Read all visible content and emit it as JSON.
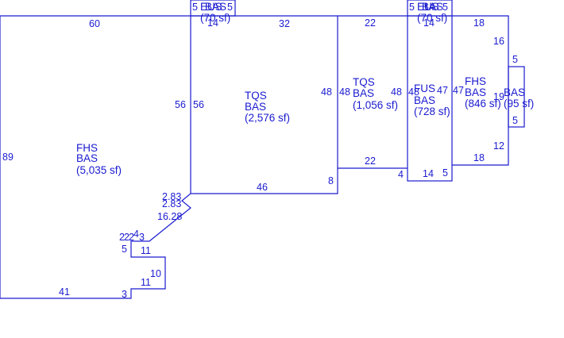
{
  "colors": {
    "line": "#1a1ad0",
    "background": "#ffffff"
  },
  "areas": [
    {
      "id": "fhs-main",
      "code": "FHS",
      "type": "BAS",
      "size": "(5,035 sf)"
    },
    {
      "id": "tqs-large",
      "code": "TQS",
      "type": "BAS",
      "size": "(2,576 sf)"
    },
    {
      "id": "tqs-small",
      "code": "TQS",
      "type": "BAS",
      "size": "(1,056 sf)"
    },
    {
      "id": "fus",
      "code": "FUS",
      "type": "BAS",
      "size": "(728 sf)"
    },
    {
      "id": "fhs-right",
      "code": "FHS",
      "type": "BAS",
      "size": "(846 sf)"
    },
    {
      "id": "bas-small",
      "code": "BAS",
      "type": "",
      "size": "(95 sf)"
    },
    {
      "id": "eus-left",
      "code": "EUS",
      "type": "BAS",
      "size": "(70 sf)"
    },
    {
      "id": "eus-right",
      "code": "EUS",
      "type": "BAS",
      "size": "(70 sf)"
    }
  ],
  "dims": [
    "60",
    "89",
    "41",
    "3",
    "10",
    "11",
    "11",
    "5",
    "2",
    "2",
    "2",
    "3",
    "4",
    "16.28",
    "2.83",
    "2.83",
    "56",
    "56",
    "32",
    "48",
    "46",
    "8",
    "14",
    "5",
    "5",
    "48",
    "22",
    "48",
    "22",
    "4",
    "14",
    "5",
    "5",
    "14",
    "48",
    "47",
    "14",
    "5",
    "47",
    "18",
    "16",
    "5",
    "19",
    "5",
    "12",
    "18"
  ]
}
